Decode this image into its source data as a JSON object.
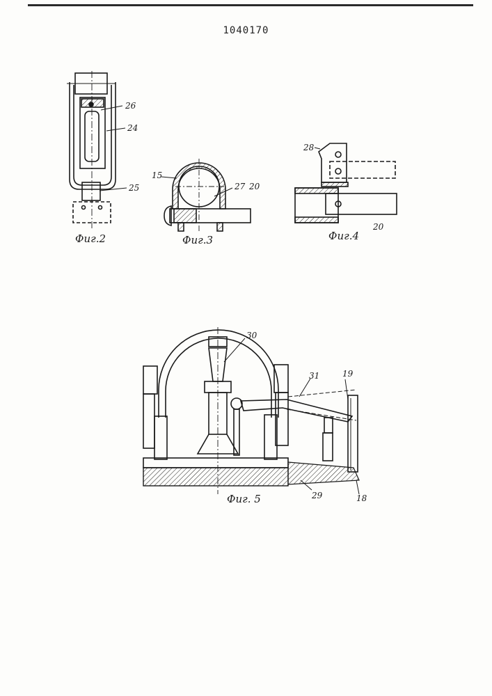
{
  "patent_number": "1040170",
  "figures": {
    "fig2": {
      "caption": "Фиг.2",
      "labels": {
        "l26": "26",
        "l24": "24",
        "l25": "25"
      }
    },
    "fig3": {
      "caption": "Фиг.3",
      "labels": {
        "l15": "15",
        "l27": "27",
        "l20": "20"
      }
    },
    "fig4": {
      "caption": "Фиг.4",
      "labels": {
        "l28": "28",
        "l20": "20"
      }
    },
    "fig5": {
      "caption": "Фиг. 5",
      "labels": {
        "l30": "30",
        "l31": "31",
        "l19": "19",
        "l29": "29",
        "l18": "18"
      }
    }
  }
}
